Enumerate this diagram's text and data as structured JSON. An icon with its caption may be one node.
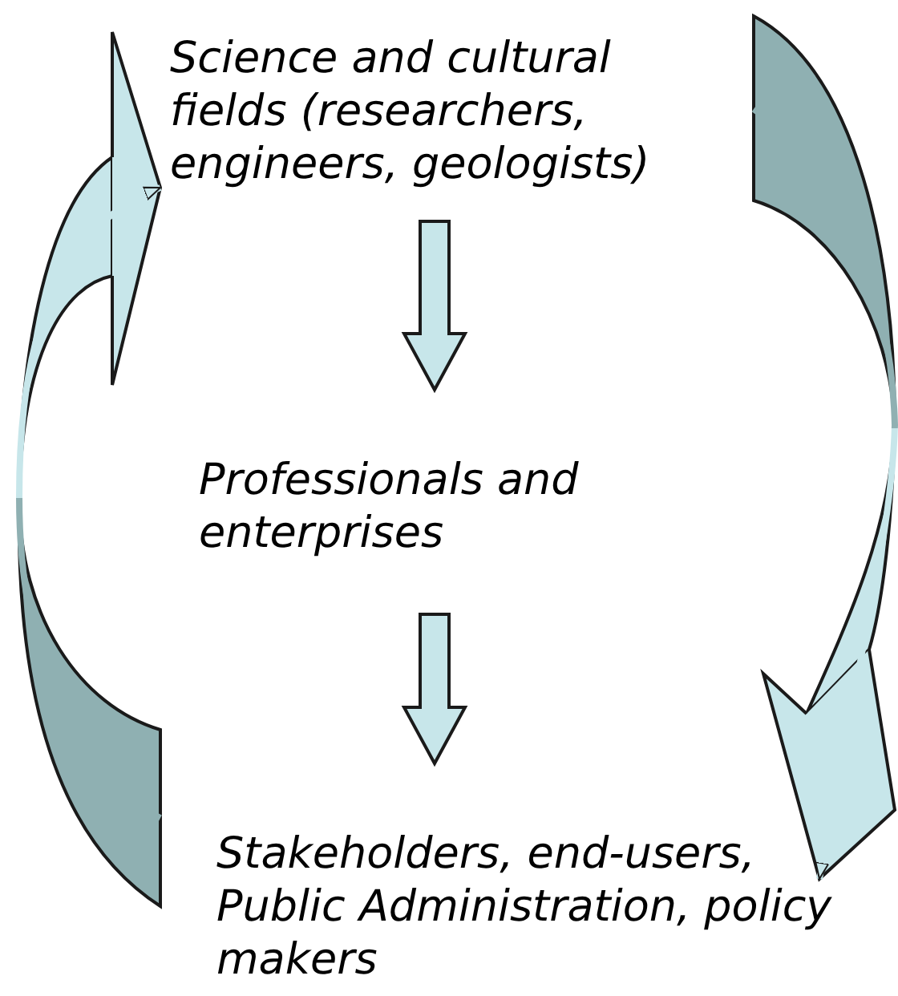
{
  "diagram": {
    "nodes": [
      {
        "text": [
          "Science and cultural fields (researchers, engineers, geologists)"
        ]
      },
      {
        "text": [
          "Professionals and enterprises"
        ]
      },
      {
        "text": [
          "Stakeholders, end-users, Public Administration, policy makers"
        ]
      }
    ],
    "edges": [
      {
        "from": 0,
        "to": 1,
        "arrow": "to",
        "style": "thick"
      },
      {
        "from": 1,
        "to": 2,
        "arrow": "to",
        "style": "thick"
      },
      {
        "from": 2,
        "to": 0,
        "arrow": "to",
        "style": "thick"
      },
      {
        "from": 0,
        "to": 2,
        "arrow": "to",
        "style": "thick"
      }
    ]
  }
}
